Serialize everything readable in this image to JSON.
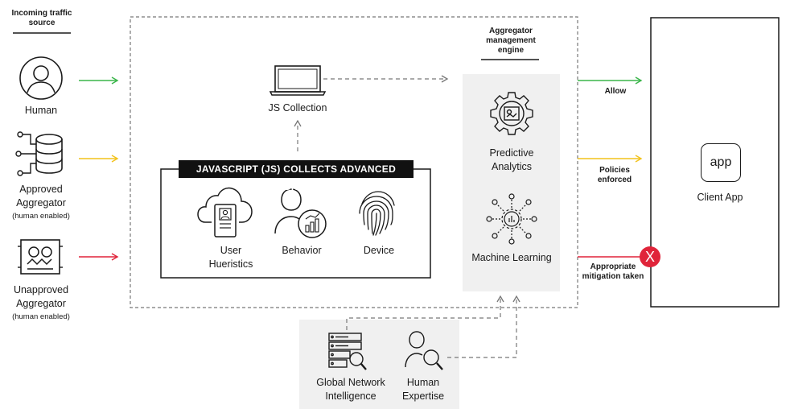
{
  "sources": {
    "heading": "Incoming traffic source",
    "human": {
      "label": "Human"
    },
    "approved": {
      "label": "Approved Aggregator",
      "sub": "(human enabled)"
    },
    "unapproved": {
      "label": "Unapproved Aggregator",
      "sub": "(human enabled)"
    }
  },
  "js": {
    "collection_label": "JS Collection",
    "header": "JAVASCRIPT (JS) COLLECTS ADVANCED SIGNALS",
    "items": [
      {
        "label": "User Hueristics"
      },
      {
        "label": "Behavior"
      },
      {
        "label": "Device"
      }
    ]
  },
  "engine": {
    "heading": "Aggregator management engine",
    "predictive": "Predictive Analytics",
    "ml": "Machine Learning"
  },
  "outcomes": {
    "allow": "Allow",
    "policies": "Policies enforced",
    "mitigation": "Appropriate mitigation taken",
    "block_mark": "X"
  },
  "client": {
    "icon_text": "app",
    "label": "Client App"
  },
  "intel": {
    "global": "Global Network Intelligence",
    "expertise": "Human Expertise"
  },
  "colors": {
    "green": "#3ab54a",
    "yellow": "#f2c21b",
    "red": "#e0243a",
    "dash": "#777777"
  }
}
